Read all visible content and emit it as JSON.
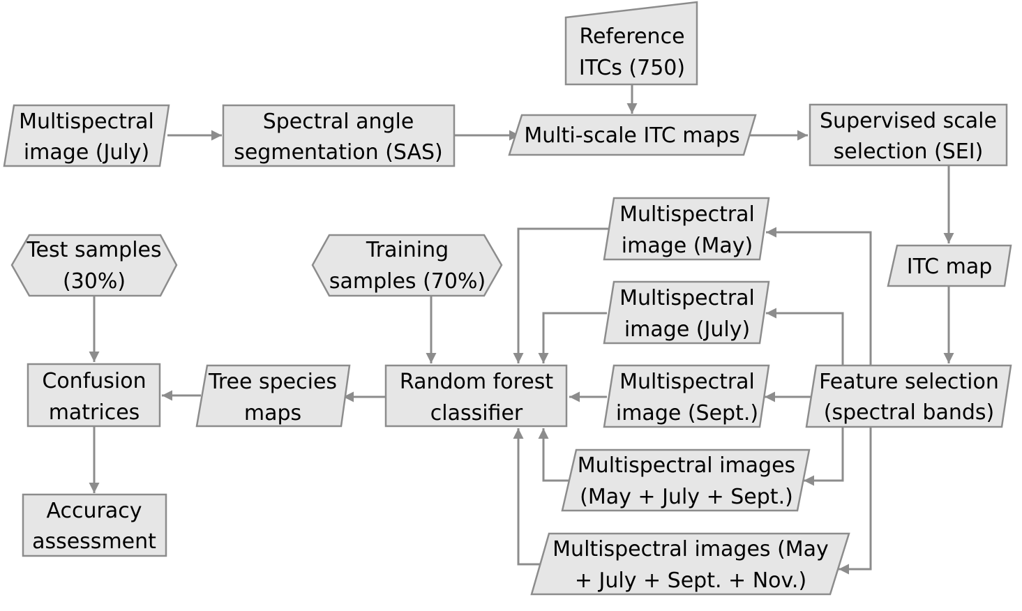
{
  "nodes": {
    "ms_july_top": {
      "line1": "Multispectral",
      "line2": "image (July)"
    },
    "sas": {
      "line1": "Spectral angle",
      "line2": "segmentation (SAS)"
    },
    "reference": {
      "line1": "Reference",
      "line2": "ITCs (750)"
    },
    "multiscale": {
      "line1": "Multi-scale ITC maps"
    },
    "sei": {
      "line1": "Supervised scale",
      "line2": "selection (SEI)"
    },
    "itc_map": {
      "line1": "ITC map"
    },
    "feature": {
      "line1": "Feature selection",
      "line2": "(spectral bands)"
    },
    "ms_may": {
      "line1": "Multispectral",
      "line2": "image (May)"
    },
    "ms_july": {
      "line1": "Multispectral",
      "line2": "image (July)"
    },
    "ms_sept": {
      "line1": "Multispectral",
      "line2": "image (Sept.)"
    },
    "ms_combo3": {
      "line1": "Multispectral images",
      "line2": "(May + July + Sept.)"
    },
    "ms_combo4": {
      "line1": "Multispectral images (May",
      "line2": "+ July + Sept. + Nov.)"
    },
    "rf": {
      "line1": "Random forest",
      "line2": "classifier"
    },
    "training": {
      "line1": "Training",
      "line2": "samples (70%)"
    },
    "tree_maps": {
      "line1": "Tree species",
      "line2": "maps"
    },
    "test": {
      "line1": "Test samples",
      "line2": "(30%)"
    },
    "confusion": {
      "line1": "Confusion",
      "line2": "matrices"
    },
    "accuracy": {
      "line1": "Accuracy",
      "line2": "assessment"
    }
  },
  "colors": {
    "fill": "#e6e6e6",
    "stroke": "#8c8c8c",
    "text": "#000000"
  }
}
